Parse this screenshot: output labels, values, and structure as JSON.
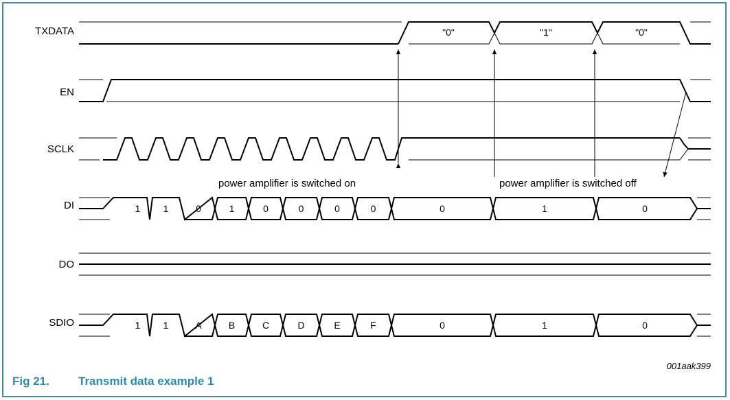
{
  "figure": {
    "number": "Fig 21.",
    "title": "Transmit data example 1",
    "id": "001aak399",
    "border_color": "#3d8fa9",
    "caption_color": "#2f8aa6"
  },
  "signals": {
    "txdata": {
      "label": "TXDATA",
      "values": [
        "\"0\"",
        "\"1\"",
        "\"0\""
      ]
    },
    "en": {
      "label": "EN"
    },
    "sclk": {
      "label": "SCLK",
      "pulse_count": 9
    },
    "di": {
      "label": "DI",
      "values": [
        "1",
        "1",
        "0",
        "1",
        "0",
        "0",
        "0",
        "0",
        "0",
        "1",
        "0"
      ]
    },
    "do": {
      "label": "DO"
    },
    "sdio": {
      "label": "SDIO",
      "values": [
        "1",
        "1",
        "A",
        "B",
        "C",
        "D",
        "E",
        "F",
        "0",
        "1",
        "0"
      ]
    }
  },
  "annotations": {
    "on": "power amplifier is switched on",
    "off": "power amplifier is switched off"
  }
}
